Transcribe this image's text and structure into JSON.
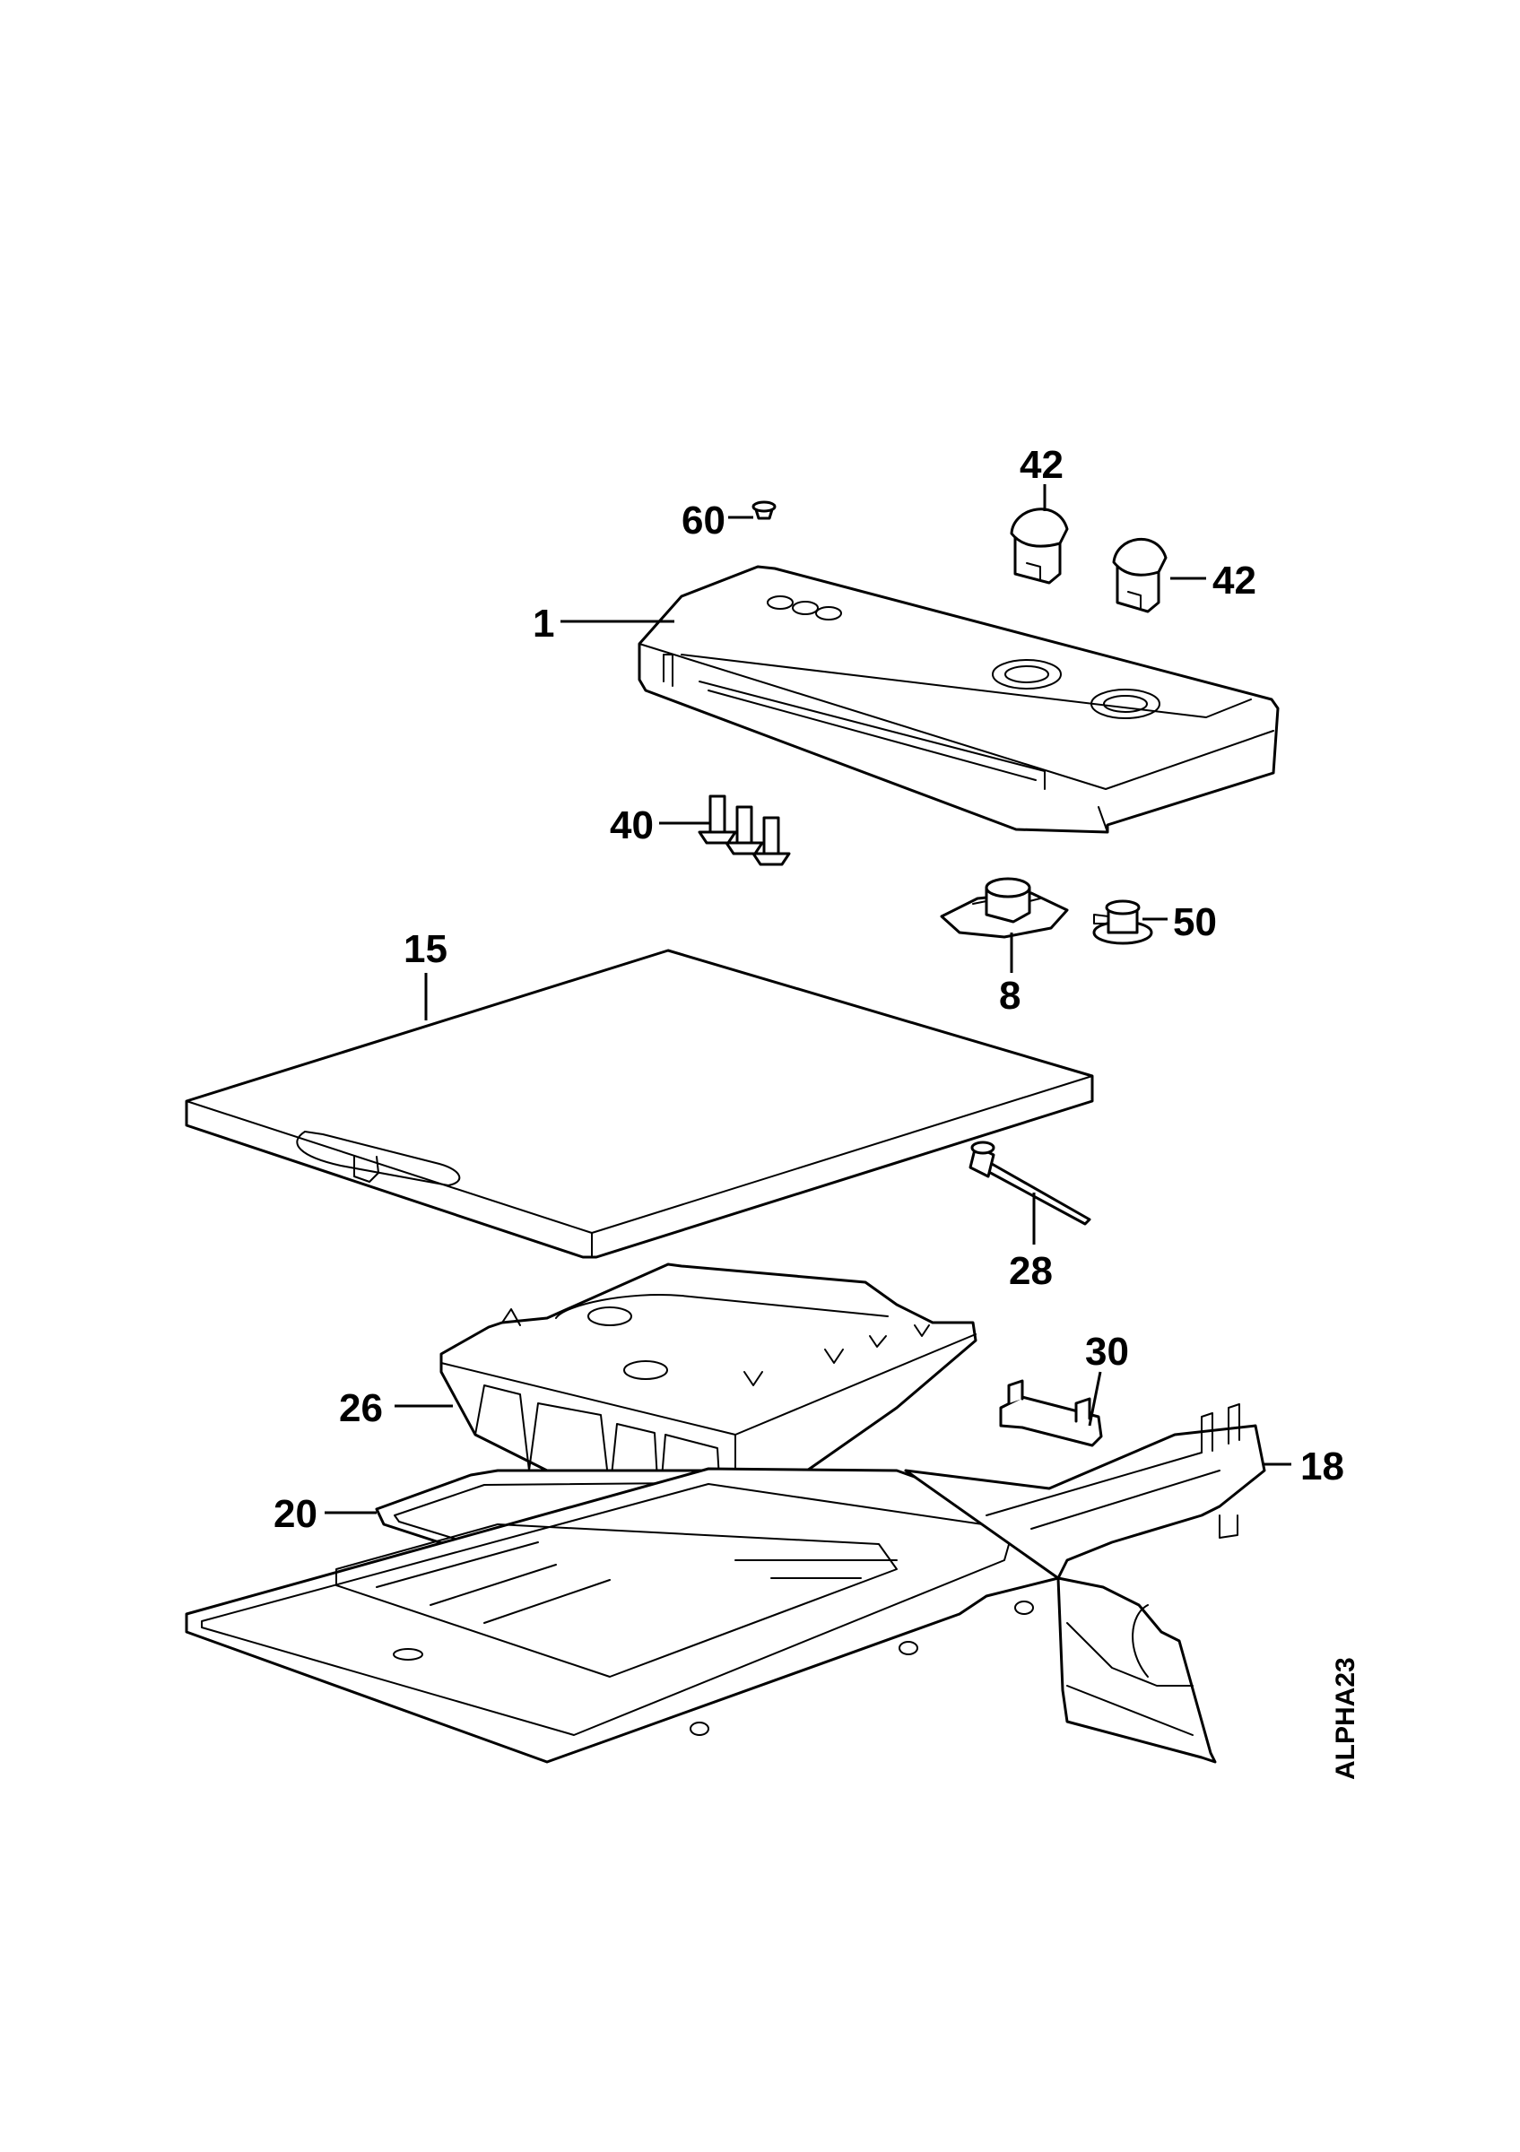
{
  "callouts": {
    "c1": "1",
    "c8": "8",
    "c15": "15",
    "c18": "18",
    "c20": "20",
    "c26": "26",
    "c28": "28",
    "c30": "30",
    "c40": "40",
    "c42_top": "42",
    "c42_right": "42",
    "c50": "50",
    "c60": "60"
  },
  "drawing_code": "ALPHA23",
  "colors": {
    "line": "#000000",
    "background": "#ffffff"
  }
}
